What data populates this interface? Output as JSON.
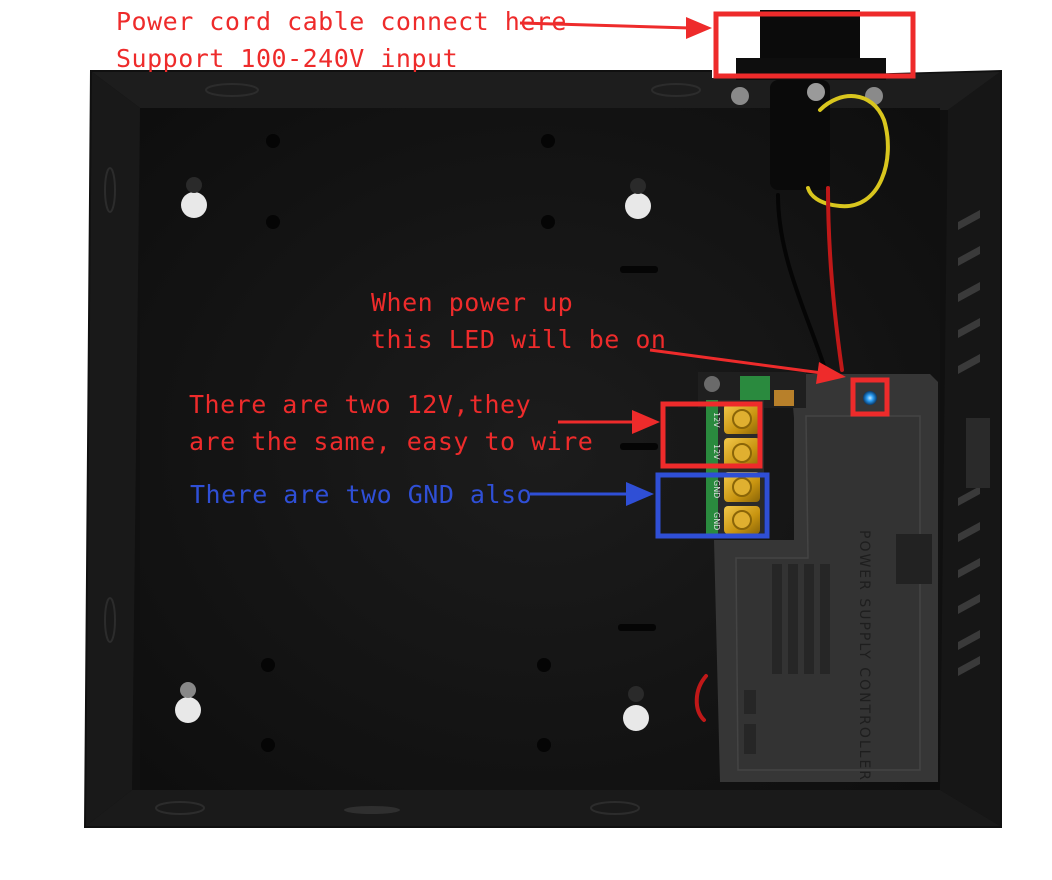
{
  "colors": {
    "annotation_red": "#ee2b2b",
    "annotation_blue": "#2f4fd6",
    "enclosure": "#151515",
    "enclosure_edge": "#262626",
    "controller_case": "#363636",
    "terminal_brass": "#d4a017",
    "terminal_block": "#2a8a3e",
    "led": "#2a9df4"
  },
  "annotations": [
    {
      "id": "power-cord",
      "lines": [
        "Power cord cable connect here",
        "Support 100-240V input"
      ],
      "color": "#ee2b2b"
    },
    {
      "id": "led",
      "lines": [
        "When power up",
        "this LED will be on"
      ],
      "color": "#ee2b2b"
    },
    {
      "id": "12v",
      "lines": [
        "There are two 12V,they",
        "are the same, easy to wire"
      ],
      "color": "#ee2b2b"
    },
    {
      "id": "gnd",
      "lines": [
        "There are two GND also"
      ],
      "color": "#2f4fd6"
    }
  ],
  "device": {
    "controller_label": "POWER SUPPLY CONTROLLER",
    "terminal_labels": [
      "12V",
      "12V",
      "GND",
      "GND"
    ]
  }
}
